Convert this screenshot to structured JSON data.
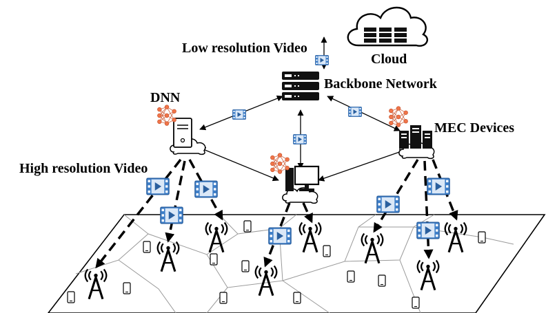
{
  "labels": {
    "cloud": "Cloud",
    "low_res": "Low resolution Video",
    "backbone": "Backbone Network",
    "dnn": "DNN",
    "mec": "MEC Devices",
    "high_res": "High resolution Video"
  },
  "colors": {
    "video_icon": "#3f7fc8",
    "video_icon_dark": "#2a5f9e",
    "dnn_node": "#f0754a",
    "line": "#000000",
    "cell_border": "#9a9a9a"
  },
  "icons": [
    "cloud-icon",
    "server-rack-icon",
    "video-clip-icon",
    "neural-network-icon",
    "edge-computer-icon",
    "edge-server-icon",
    "mec-server-cluster-icon",
    "cell-tower-icon",
    "smartphone-icon"
  ]
}
